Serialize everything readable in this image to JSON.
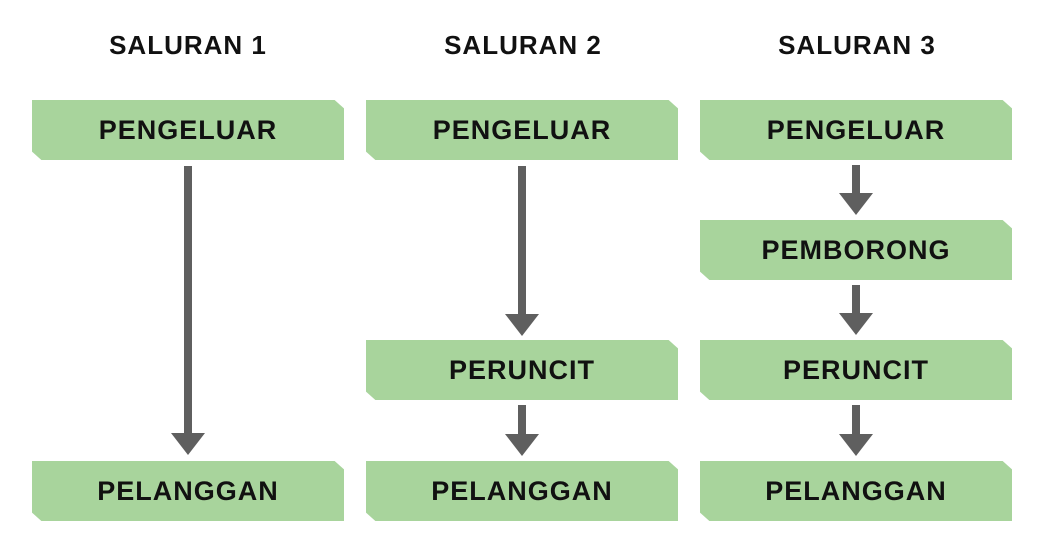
{
  "columns": [
    {
      "title": "SALURAN 1",
      "nodes": [
        "PENGELUAR",
        "PELANGGAN"
      ]
    },
    {
      "title": "SALURAN 2",
      "nodes": [
        "PENGELUAR",
        "PERUNCIT",
        "PELANGGAN"
      ]
    },
    {
      "title": "SALURAN 3",
      "nodes": [
        "PENGELUAR",
        "PEMBORONG",
        "PERUNCIT",
        "PELANGGAN"
      ]
    }
  ],
  "colors": {
    "box_fill": "#a8d49c",
    "arrow": "#5f5f5f",
    "text": "#111111"
  }
}
